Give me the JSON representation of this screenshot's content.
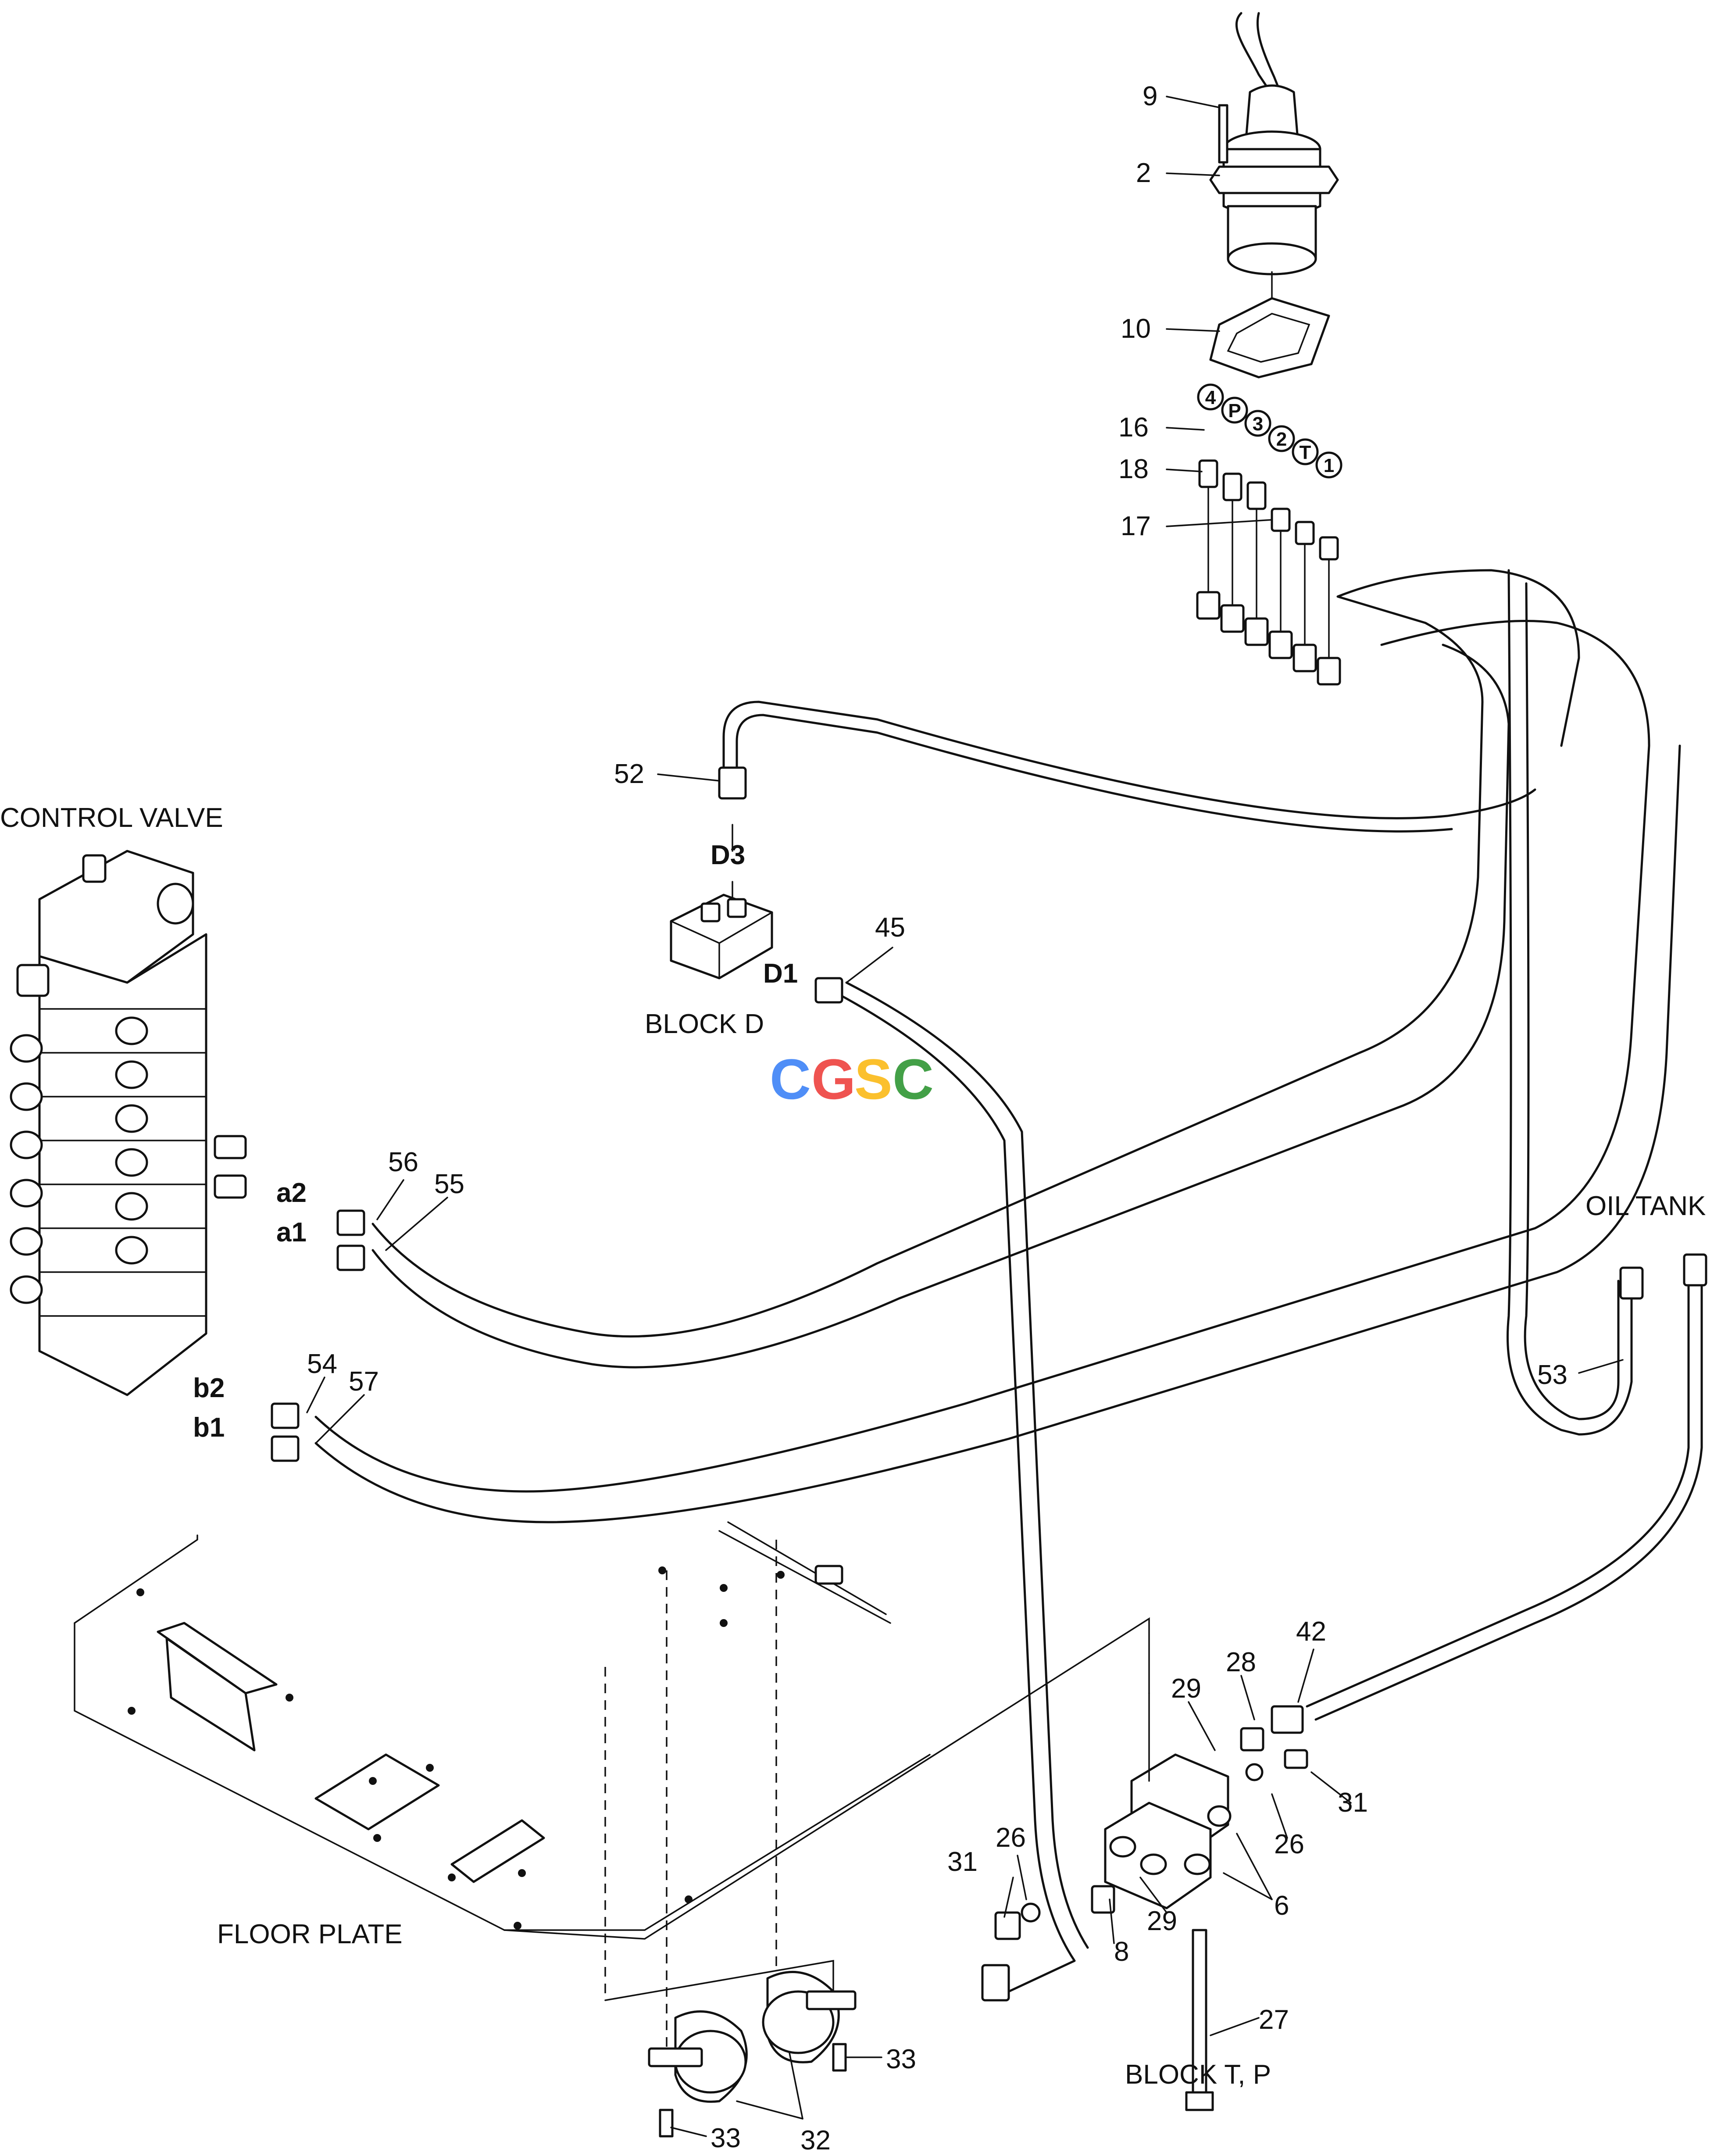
{
  "colors": {
    "ink": "#111111",
    "wm_c": "#4f8ef7",
    "wm_g": "#ef5350",
    "wm_s": "#fbc02d",
    "wm_c2": "#43a047"
  },
  "labels": {
    "control_valve": "CONTROL VALVE",
    "block_d": "BLOCK D",
    "oil_tank": "OIL TANK",
    "floor_plate": "FLOOR PLATE",
    "block_tp": "BLOCK T, P",
    "d3": "D3",
    "d1": "D1",
    "a2": "a2",
    "a1": "a1",
    "b2": "b2",
    "b1": "b1"
  },
  "ports": [
    "4",
    "P",
    "3",
    "2",
    "T",
    "1"
  ],
  "callouts": {
    "c9": "9",
    "c2": "2",
    "c10": "10",
    "c16": "16",
    "c18": "18",
    "c17": "17",
    "c52": "52",
    "c45": "45",
    "c56": "56",
    "c55": "55",
    "c54": "54",
    "c57": "57",
    "c53": "53",
    "c42": "42",
    "c29a": "29",
    "c28": "28",
    "c31a": "31",
    "c26a": "26",
    "c26b": "26",
    "c31b": "31",
    "c29b": "29",
    "c8": "8",
    "c6": "6",
    "c27": "27",
    "c33a": "33",
    "c33b": "33",
    "c32": "32"
  },
  "watermark": {
    "c": "C",
    "g": "G",
    "s": "S",
    "c2": "C"
  }
}
